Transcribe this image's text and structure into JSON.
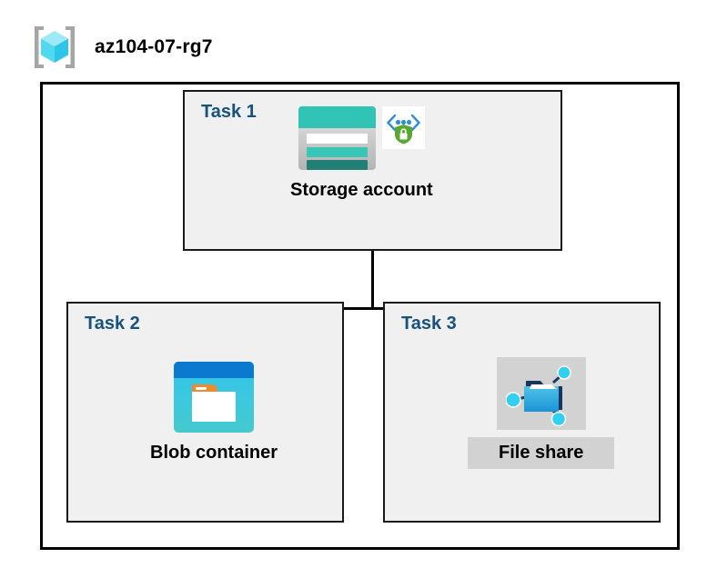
{
  "header": {
    "title": "az104-07-rg7",
    "icon": "resource-group-icon"
  },
  "diagram": {
    "type": "azure-architecture",
    "container_label": "az104-07-rg7",
    "tasks": [
      {
        "id": "task-1",
        "label": "Task 1",
        "node_caption": "Storage account",
        "icon": "storage-account-icon",
        "badge_icon": "secure-code-shield-icon",
        "selected": false
      },
      {
        "id": "task-2",
        "label": "Task 2",
        "node_caption": "Blob container",
        "icon": "blob-container-icon",
        "selected": false
      },
      {
        "id": "task-3",
        "label": "Task 3",
        "node_caption": "File share",
        "icon": "file-share-icon",
        "selected": true
      }
    ],
    "connections": [
      {
        "from": "task-1",
        "to": "task-2"
      },
      {
        "from": "task-1",
        "to": "task-3"
      }
    ]
  },
  "colors": {
    "task_label": "#15537e",
    "task_box_fill": "#f0f0f0",
    "border": "#000000",
    "storage_teal": "#31c4b4",
    "blob_blue": "#0b79d0",
    "blob_cyan": "#32c3ea",
    "shield_green": "#5aa832",
    "selection_gray": "#d2d2d2"
  }
}
